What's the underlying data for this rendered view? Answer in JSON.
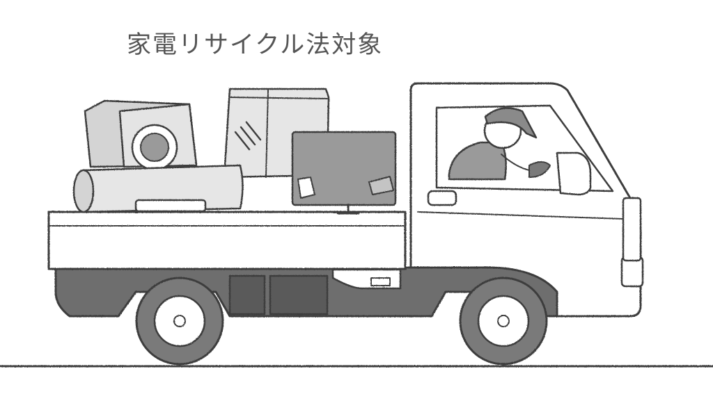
{
  "caption": "家電リサイクル法対象",
  "colors": {
    "ink": "#3c3c3c",
    "tone_dark": "#6e6e6e",
    "tone_mid": "#9a9a9a",
    "tone_light": "#c4c4c4",
    "paper": "#ffffff"
  },
  "items": [
    "washing-machine",
    "refrigerator",
    "air-conditioner",
    "television",
    "truck",
    "driver"
  ]
}
